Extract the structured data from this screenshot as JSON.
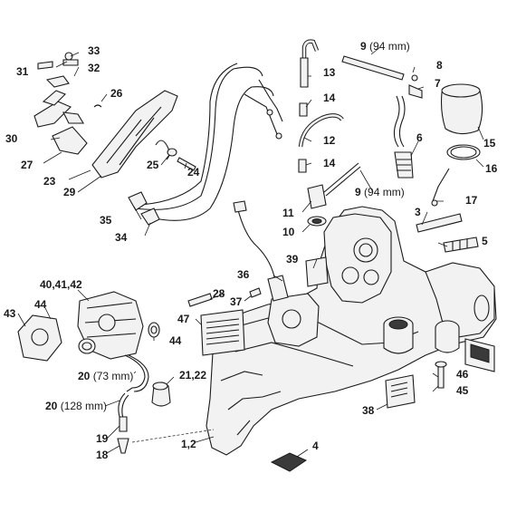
{
  "callouts": {
    "c1_2": "1,2",
    "c3": "3",
    "c4": "4",
    "c5": "5",
    "c6": "6",
    "c7": "7",
    "c8": "8",
    "c9a_num": "9",
    "c9a_len": "(94 mm)",
    "c9b_num": "9",
    "c9b_len": "(94 mm)",
    "c10": "10",
    "c11": "11",
    "c12": "12",
    "c13": "13",
    "c14a": "14",
    "c14b": "14",
    "c15": "15",
    "c16": "16",
    "c17": "17",
    "c18": "18",
    "c19": "19",
    "c20a_num": "20",
    "c20a_len": "(73 mm)",
    "c20b_num": "20",
    "c20b_len": "(128 mm)",
    "c21_22": "21,22",
    "c23": "23",
    "c24": "24",
    "c25": "25",
    "c26": "26",
    "c27": "27",
    "c28": "28",
    "c29": "29",
    "c30": "30",
    "c31": "31",
    "c32": "32",
    "c33": "33",
    "c34": "34",
    "c35": "35",
    "c36": "36",
    "c37": "37",
    "c38": "38",
    "c39": "39",
    "c40_42": "40,41,42",
    "c43": "43",
    "c44a": "44",
    "c44b": "44",
    "c45": "45",
    "c46": "46",
    "c47": "47"
  }
}
